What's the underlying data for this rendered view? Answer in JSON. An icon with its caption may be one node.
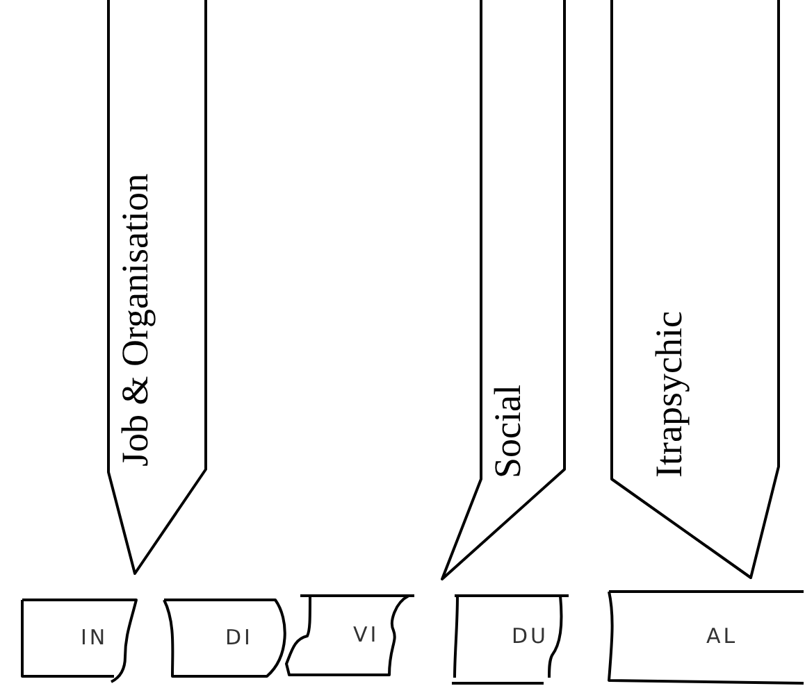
{
  "diagram": {
    "nodes": [
      {
        "text": [
          "Job & Organisation"
        ]
      },
      {
        "text": [
          "Social"
        ]
      },
      {
        "text": [
          "Itrapsychic"
        ]
      },
      {
        "text": [
          "IN"
        ]
      },
      {
        "text": [
          "DI"
        ]
      },
      {
        "text": [
          "VI"
        ]
      },
      {
        "text": [
          "DU"
        ]
      },
      {
        "text": [
          "AL"
        ]
      }
    ]
  }
}
